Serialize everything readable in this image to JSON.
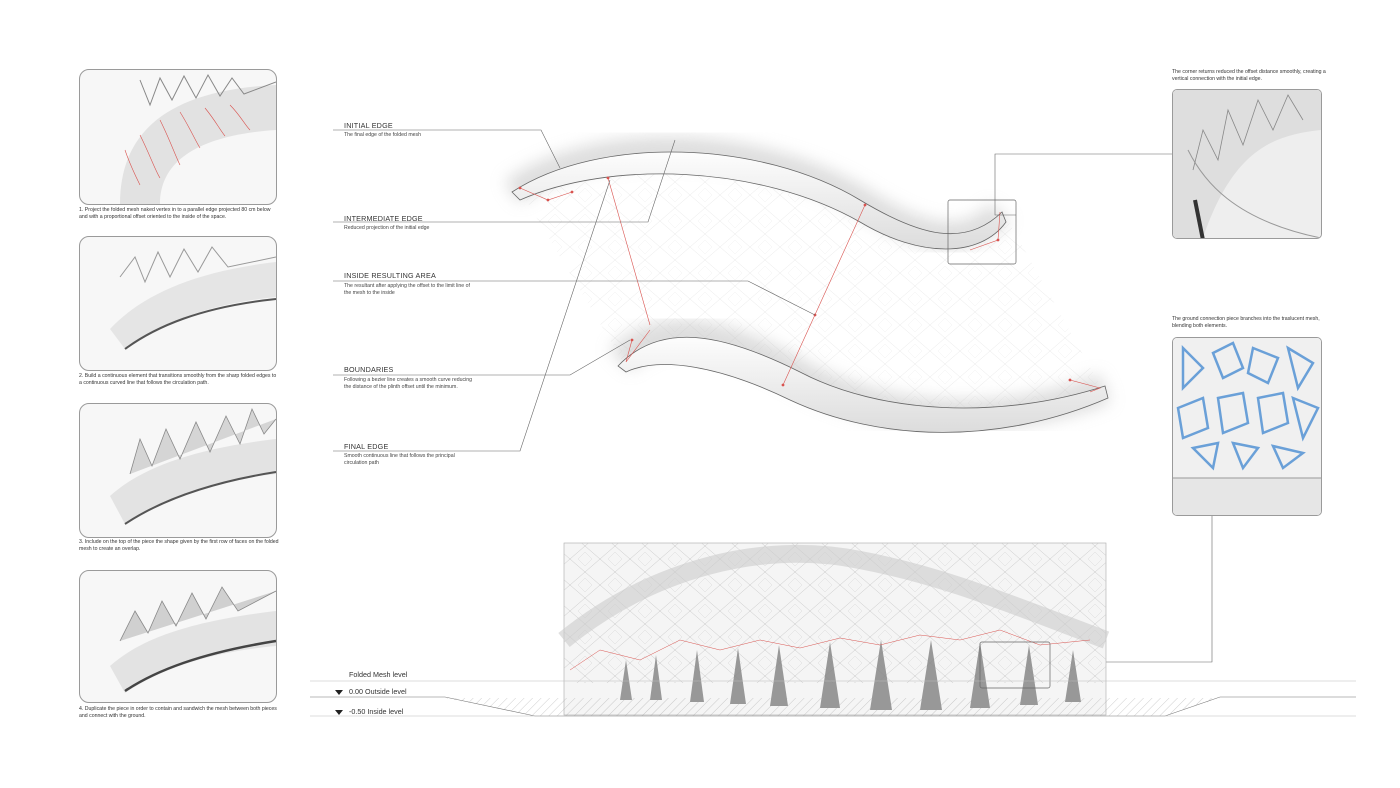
{
  "steps": [
    {
      "caption": "1. Project the folded mesh naked vertex in to a parallel edge projected  80 cm below and with a proportional offset oriented to the inside of the space."
    },
    {
      "caption": "2. Build a continuous element that transitions smoothly from the sharp folded edges to a continuous  curved line that follows the circulation path."
    },
    {
      "caption": "3. Include on the top of the piece the shape given by the first row of faces  on the folded mesh to create an overlap."
    },
    {
      "caption": "4. Duplicate the piece in order to contain and sandwich the mesh between both pieces and connect with the ground."
    }
  ],
  "callouts": [
    {
      "title": "INITIAL EDGE",
      "desc": "The final edge of the folded mesh"
    },
    {
      "title": "INTERMEDIATE EDGE",
      "desc": "Reduced projection of the initial edge"
    },
    {
      "title": "INSIDE RESULTING AREA",
      "desc": "The resultant after applying the offset to the limit line of the mesh to the inside"
    },
    {
      "title": "BOUNDARIES",
      "desc": "Following a bezier line creates a smooth curve reducing the distance of the plinth offset until the minimum."
    },
    {
      "title": "FINAL EDGE",
      "desc": "Smooth continuous line that follows the principal circulation path"
    }
  ],
  "details": [
    {
      "caption": "The corner returns reduced the offset distance smoothly, creating a vertical connection with the initial edge."
    },
    {
      "caption": "The ground connection piece branches into the traslucent mesh, blending both elements."
    }
  ],
  "levels": [
    {
      "label": "Folded Mesh level"
    },
    {
      "label": "0.00  Outside level"
    },
    {
      "label": "-0.50  Inside level"
    }
  ],
  "colors": {
    "accent": "#d9534f",
    "line": "#555555",
    "mesh_blue": "#6aa0d8"
  }
}
